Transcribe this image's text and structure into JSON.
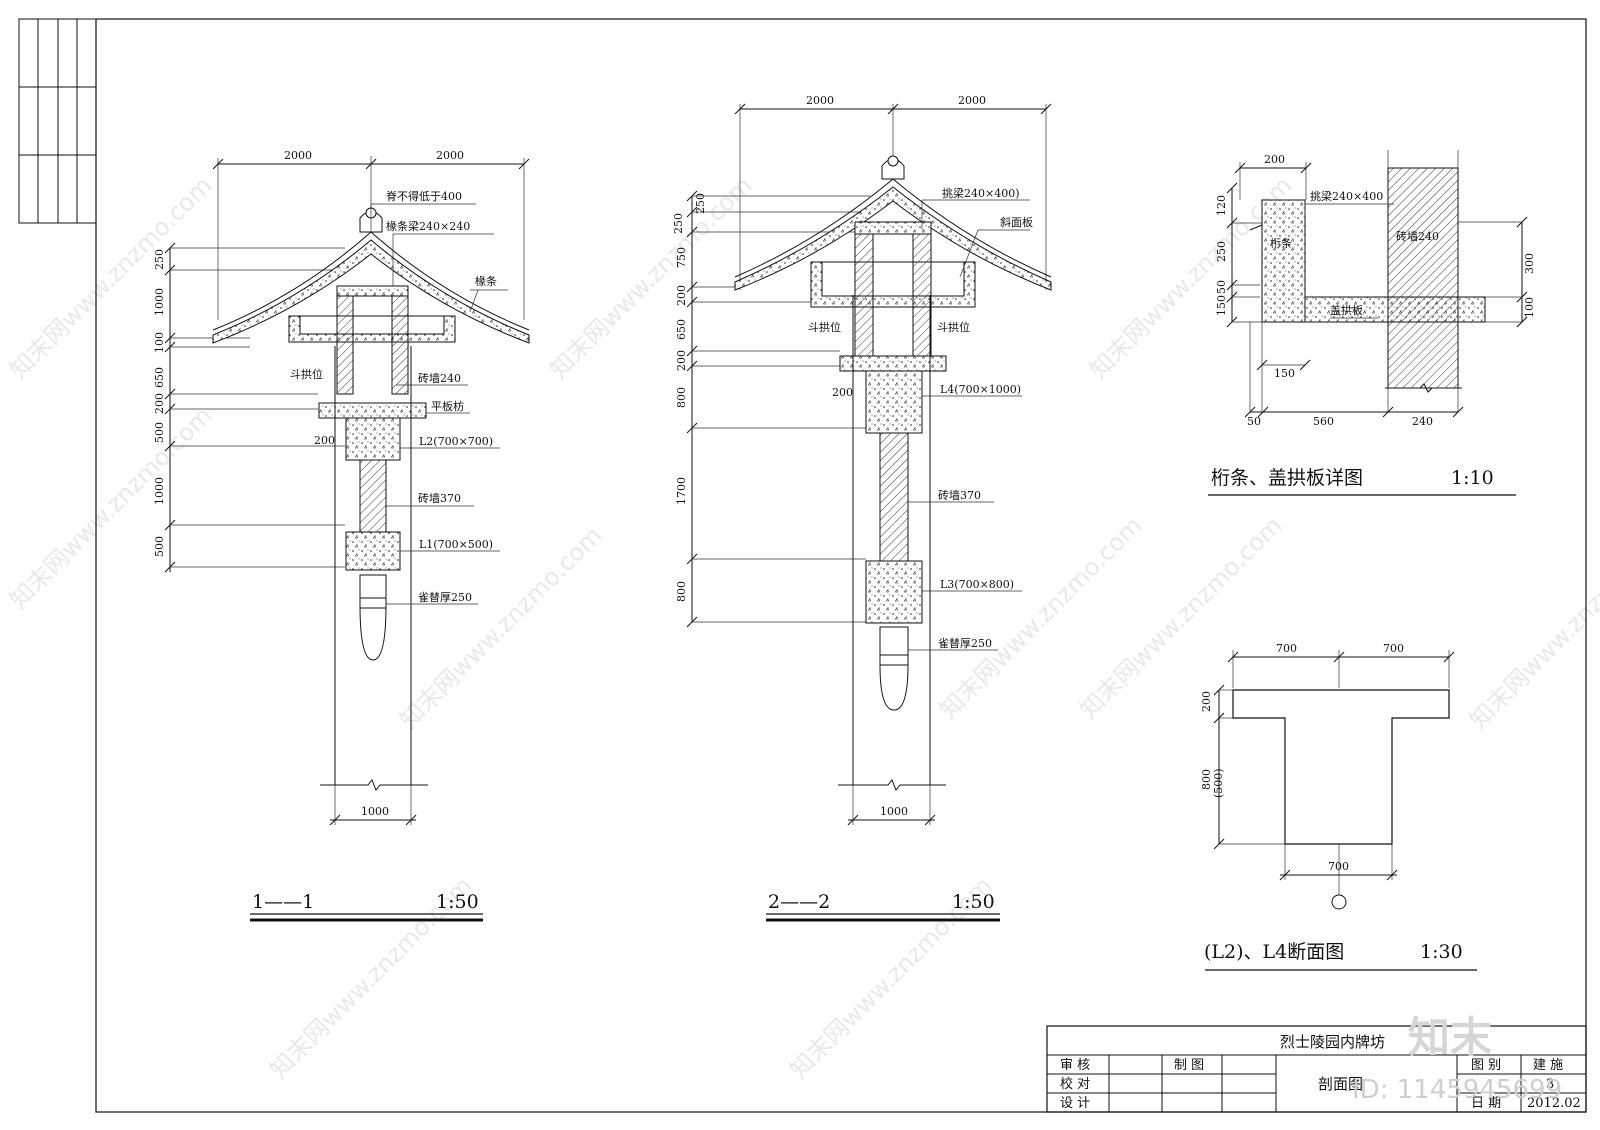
{
  "watermark": {
    "site_text": "知末网www.znzmo.com",
    "logo_text": "知末",
    "id_text": "ID: 1145945699"
  },
  "section_1": {
    "title": "1——1",
    "scale": "1:50",
    "dims": {
      "top_left": "2000",
      "top_right": "2000",
      "left": [
        "250",
        "1000",
        "100",
        "650",
        "200",
        "500",
        "1000",
        "500"
      ],
      "bottom": "1000",
      "offset": "200"
    },
    "labels": {
      "ridge": "脊不得低于400",
      "rafter_beam": "椽条梁240×240",
      "rafter": "椽条",
      "bracket": "斗拱位",
      "brick240": "砖墙240",
      "plank": "平板枋",
      "l2": "L2(700×700)",
      "brick370": "砖墙370",
      "l1": "L1(700×500)",
      "queti": "雀替厚250"
    }
  },
  "section_2": {
    "title": "2——2",
    "scale": "1:50",
    "dims": {
      "top_left": "2000",
      "top_right": "2000",
      "left": [
        "250",
        "250",
        "750",
        "200",
        "650",
        "200",
        "800",
        "1700",
        "800"
      ],
      "bottom": "1000",
      "offset": "200"
    },
    "labels": {
      "cantilever": "挑梁240×400)",
      "slope_board": "斜面板",
      "bracket_left": "斗拱位",
      "bracket_right": "斗拱位",
      "l4": "L4(700×1000)",
      "brick370": "砖墙370",
      "l3": "L3(700×800)",
      "queti": "雀替厚250"
    }
  },
  "detail_purlin": {
    "title": "桁条、盖拱板详图",
    "scale": "1:10",
    "dims": {
      "top": "200",
      "left": [
        "120",
        "250",
        "50",
        "150"
      ],
      "right": [
        "300",
        "100"
      ],
      "bottom": [
        "50",
        "560",
        "240"
      ],
      "inner": "150"
    },
    "labels": {
      "cantilever": "挑梁240×400",
      "purlin": "桁条",
      "brick240": "砖墙240",
      "cover_board": "盖拱板"
    }
  },
  "detail_beam": {
    "title": "(L2)、L4断面图",
    "scale": "1:30",
    "dims": {
      "top_left": "700",
      "top_right": "700",
      "left_flange": "200",
      "left_web": "800",
      "left_web_alt": "(500)",
      "bottom": "700"
    }
  },
  "title_block": {
    "project": "烈士陵园内牌坊",
    "drawing_name": "剖面图",
    "rows": [
      "审 核",
      "校 对",
      "设 计"
    ],
    "drafting": "制 图",
    "drawing_type_label": "图 别",
    "drawing_type": "建 施",
    "date_label": "日 期",
    "date": "2012.02",
    "number": "3"
  }
}
